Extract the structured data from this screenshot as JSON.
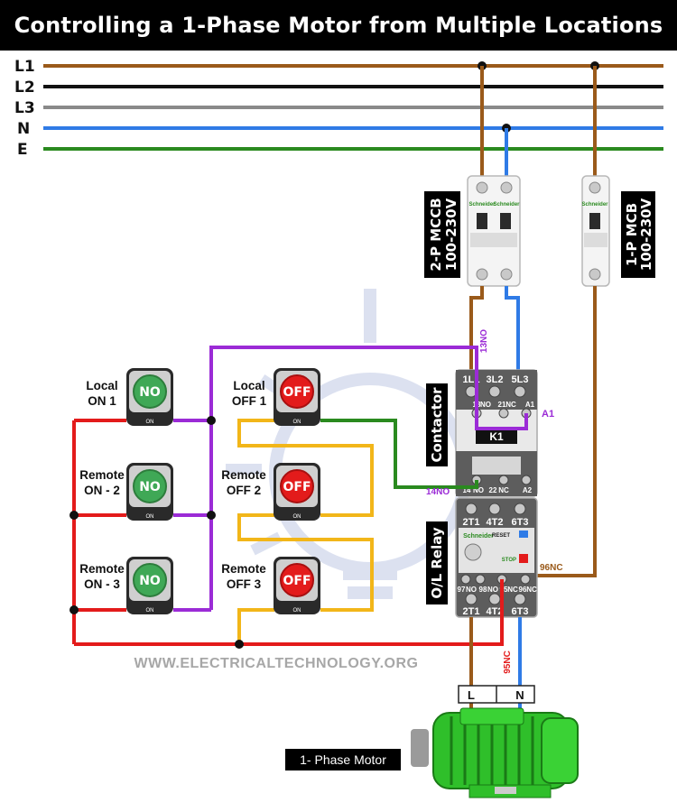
{
  "title": "Controlling a 1-Phase Motor from Multiple Locations",
  "lines": [
    "L1",
    "L2",
    "L3",
    "N",
    "E"
  ],
  "colors": {
    "L1": "#9a5a1a",
    "L2": "#111111",
    "L3": "#8a8a8a",
    "N": "#2f7be6",
    "E": "#2a8a1f",
    "control_purple": "#9b2bd6",
    "control_red": "#e31b1b",
    "control_yellow": "#f2b619",
    "control_green": "#2a8a1f"
  },
  "breakers": {
    "mccb2p": [
      "2-P MCCB",
      "100-230V"
    ],
    "mcb1p": [
      "1-P MCB",
      "100-230V"
    ]
  },
  "contactor": {
    "label": "Contactor",
    "name": "K1",
    "top_terminals": [
      "1L1",
      "3L2",
      "5L3"
    ],
    "small_terminals": [
      "13",
      "NO",
      "21",
      "NC",
      "A1"
    ],
    "bottom_terminals": [
      "14",
      "NO",
      "22",
      "NC",
      "A2"
    ],
    "tag_13no": "13NO",
    "tag_14no": "14NO",
    "tag_a1": "A1"
  },
  "relay": {
    "label": "O/L Relay",
    "top_terminals": [
      "2T1",
      "4T2",
      "6T3"
    ],
    "reset": "RESET",
    "stop": "STOP",
    "small_terminals": [
      "97",
      "NO",
      "98",
      "NO",
      "95",
      "NC",
      "96",
      "NC"
    ],
    "bottom_terminals": [
      "2T1",
      "4T2",
      "6T3"
    ],
    "tag_96nc": "96NC",
    "tag_95nc": "95NC",
    "brand": "Schneider"
  },
  "buttons": [
    {
      "label": [
        "Local",
        "ON 1"
      ],
      "text": "NO",
      "type": "on"
    },
    {
      "label": [
        "Local",
        "OFF 1"
      ],
      "text": "OFF",
      "type": "off"
    },
    {
      "label": [
        "Remote",
        "ON - 2"
      ],
      "text": "NO",
      "type": "on"
    },
    {
      "label": [
        "Remote",
        "OFF 2"
      ],
      "text": "OFF",
      "type": "off"
    },
    {
      "label": [
        "Remote",
        "ON - 3"
      ],
      "text": "NO",
      "type": "on"
    },
    {
      "label": [
        "Remote",
        "OFF 3"
      ],
      "text": "OFF",
      "type": "off"
    }
  ],
  "motor": {
    "label": "1- Phase Motor",
    "box_l": "L",
    "box_n": "N"
  },
  "watermark": "WWW.ELECTRICALTECHNOLOGY.ORG"
}
